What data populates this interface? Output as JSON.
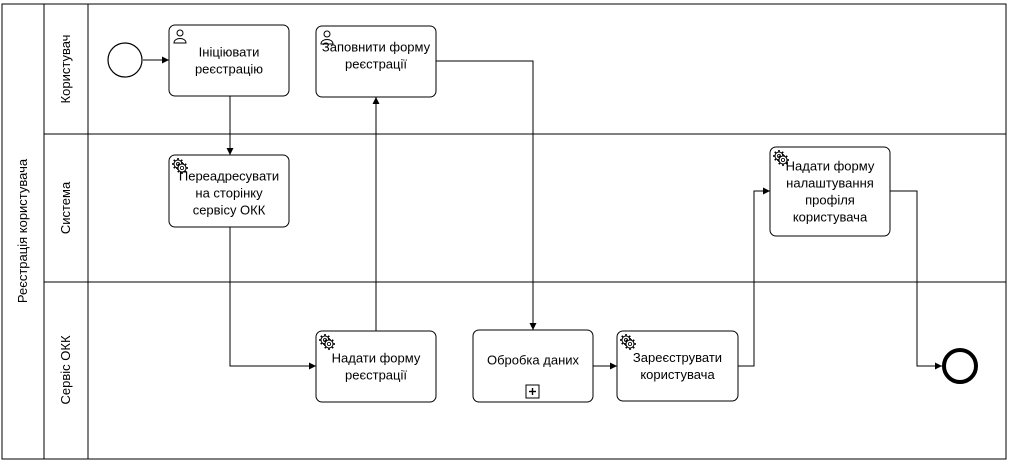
{
  "pool": {
    "label": "Реєстрація користувача"
  },
  "lanes": [
    {
      "id": "user",
      "label": "Користувач"
    },
    {
      "id": "system",
      "label": "Система"
    },
    {
      "id": "okk",
      "label": "Сервіс ОКК"
    }
  ],
  "tasks": [
    {
      "id": "t1",
      "type": "user",
      "lines": [
        "Ініціювати",
        "реєстрацію"
      ]
    },
    {
      "id": "t2",
      "type": "user",
      "lines": [
        "Заповнити форму",
        "реєстрації"
      ]
    },
    {
      "id": "t3",
      "type": "service",
      "lines": [
        "Переадресувати",
        "на сторінку",
        "сервісу ОКК"
      ]
    },
    {
      "id": "t4",
      "type": "service",
      "lines": [
        "Надати форму",
        "налаштування",
        "профіля",
        "користувача"
      ]
    },
    {
      "id": "t5",
      "type": "service",
      "lines": [
        "Надати форму",
        "реєстрації"
      ]
    },
    {
      "id": "t6",
      "type": "subprocess",
      "lines": [
        "Обробка даних"
      ]
    },
    {
      "id": "t7",
      "type": "service",
      "lines": [
        "Зареєструвати",
        "користувача"
      ]
    }
  ],
  "events": [
    {
      "id": "start",
      "kind": "start"
    },
    {
      "id": "end",
      "kind": "end"
    }
  ]
}
